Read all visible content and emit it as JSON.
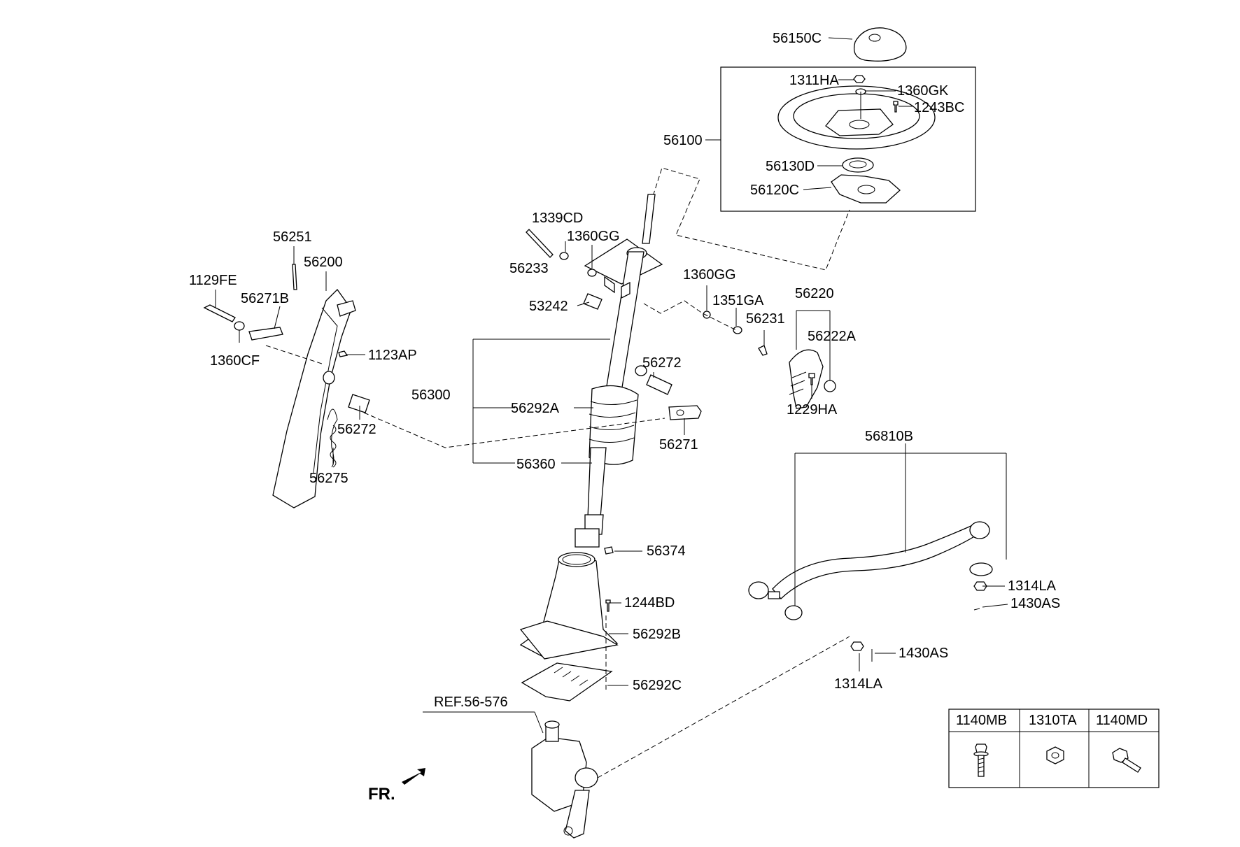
{
  "labels": {
    "p56150C": "56150C",
    "p1311HA": "1311HA",
    "p1360GK": "1360GK",
    "p1243BC": "1243BC",
    "p56100": "56100",
    "p56130D": "56130D",
    "p56120C": "56120C",
    "p1339CD": "1339CD",
    "p1360GG_a": "1360GG",
    "p56233": "56233",
    "p53242": "53242",
    "p1360GG_b": "1360GG",
    "p1351GA": "1351GA",
    "p56220": "56220",
    "p56231": "56231",
    "p56222A": "56222A",
    "p1229HA": "1229HA",
    "p56251": "56251",
    "p56200": "56200",
    "p1129FE": "1129FE",
    "p56271B": "56271B",
    "p1360CF": "1360CF",
    "p1123AP": "1123AP",
    "p56272_a": "56272",
    "p56275": "56275",
    "p56300": "56300",
    "p56292A": "56292A",
    "p56360": "56360",
    "p56272_b": "56272",
    "p56271": "56271",
    "p56374": "56374",
    "p1244BD": "1244BD",
    "p56292B": "56292B",
    "p56292C": "56292C",
    "pREF": "REF.56-576",
    "pFR": "FR.",
    "p56810B": "56810B",
    "p1314LA_a": "1314LA",
    "p1430AS_a": "1430AS",
    "p1430AS_b": "1430AS",
    "p1314LA_b": "1314LA"
  },
  "fastener_table": {
    "headers": [
      "1140MB",
      "1310TA",
      "1140MD"
    ]
  }
}
